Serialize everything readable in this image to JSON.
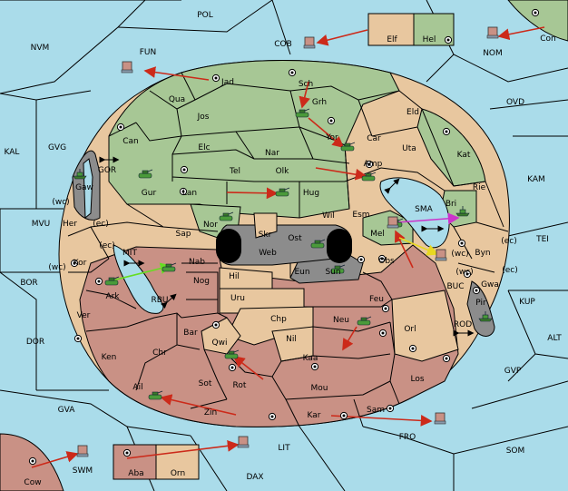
{
  "board": {
    "colors": {
      "sea": "#aadcea",
      "green_power": "#a7c795",
      "tan_neutral": "#e8c79f",
      "red_power": "#c99185",
      "gray_power": "#8c8c8c",
      "order_red": "#cc2a1a",
      "order_green": "#66dd22",
      "order_magenta": "#cc33cc",
      "order_yellow": "#e8d820"
    },
    "labels": {
      "POL": "POL",
      "NVM": "NVM",
      "FUN": "FUN",
      "COB": "COB",
      "NOM": "NOM",
      "Con": "Con",
      "OVD": "OVD",
      "Elf": "Elf",
      "Hel": "Hel",
      "Jad": "Jad",
      "Sch": "Sch",
      "Qua": "Qua",
      "Grh": "Grh",
      "Jos": "Jos",
      "Eld": "Eld",
      "Can": "Can",
      "Yor": "Yor",
      "Car": "Car",
      "Uta": "Uta",
      "Kat": "Kat",
      "KAL": "KAL",
      "GVG": "GVG",
      "Elc": "Elc",
      "Nar": "Nar",
      "Amp": "Amp",
      "KAM": "KAM",
      "GOR": "GOR",
      "Tel": "Tel",
      "Olk": "Olk",
      "Gaw": "Gaw",
      "Gur": "Gur",
      "Lan": "Lan",
      "Hug": "Hug",
      "Rie": "Rie",
      "wc": "(wc)",
      "ec": "(ec)",
      "Her": "Her",
      "Nor": "Nor",
      "Wil": "Wil",
      "Esm": "Esm",
      "SMA": "SMA",
      "Bri": "Bri",
      "MVU": "MVU",
      "Sap": "Sap",
      "Skr": "Skr",
      "Ost": "Ost",
      "Mel": "Mel",
      "TEI": "TEI",
      "Web": "Web",
      "Byn": "Byn",
      "MIT": "MIT",
      "Kor": "Kor",
      "Nab": "Nab",
      "Eun": "Eun",
      "Sun": "Sun",
      "Obs": "Obs",
      "Gwa": "Gwa",
      "BOR": "BOR",
      "Hil": "Hil",
      "BUC": "BUC",
      "KUP": "KUP",
      "Ark": "Ark",
      "Nog": "Nog",
      "RBU": "RBU",
      "Uru": "Uru",
      "Feu": "Feu",
      "Pir": "Pir",
      "Ver": "Ver",
      "Chp": "Chp",
      "Neu": "Neu",
      "Orl": "Orl",
      "ROD": "ROD",
      "DOR": "DOR",
      "Bar": "Bar",
      "ALT": "ALT",
      "Qwi": "Qwi",
      "Nil": "Nil",
      "Ken": "Ken",
      "Chr": "Chr",
      "Kaa": "Kaa",
      "GVP": "GVP",
      "Sot": "Sot",
      "Los": "Los",
      "Rot": "Rot",
      "Ail": "Ail",
      "Mou": "Mou",
      "GVA": "GVA",
      "Zin": "Zin",
      "Kar": "Kar",
      "Sam": "Sam",
      "FRO": "FRO",
      "SOM": "SOM",
      "SWM": "SWM",
      "LIT": "LIT",
      "Cow": "Cow",
      "Aba": "Aba",
      "Orn": "Orn",
      "DAX": "DAX"
    }
  }
}
